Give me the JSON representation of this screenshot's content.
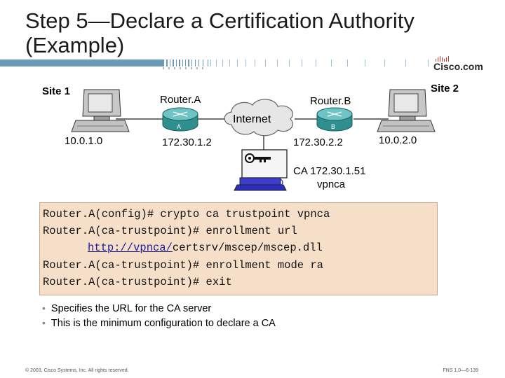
{
  "title": "Step 5—Declare a Certification Authority (Example)",
  "brand": "Cisco.com",
  "diagram": {
    "site1": "Site 1",
    "site2": "Site 2",
    "routerA": "Router.A",
    "routerB": "Router.B",
    "routerA_letter": "A",
    "routerB_letter": "B",
    "internet": "Internet",
    "host1_ip": "10.0.1.0",
    "host2_ip": "10.0.2.0",
    "routerA_ip": "172.30.1.2",
    "routerB_ip": "172.30.2.2",
    "ca_line1": "CA 172.30.1.51",
    "ca_line2": "vpnca"
  },
  "code": {
    "line1": "Router.A(config)# crypto ca trustpoint vpnca",
    "line2": "Router.A(ca-trustpoint)# enrollment url",
    "line3_link": "http://vpnca/",
    "line3_rest": "certsrv/mscep/mscep.dll",
    "line4": "Router.A(ca-trustpoint)# enrollment mode ra",
    "line5": "Router.A(ca-trustpoint)# exit"
  },
  "bullets": [
    "Specifies the URL for the CA server",
    "This is the minimum configuration to declare a CA"
  ],
  "footer": {
    "copyright": "© 2003, Cisco Systems, Inc. All rights reserved.",
    "page": "FNS 1.0—6-139"
  }
}
